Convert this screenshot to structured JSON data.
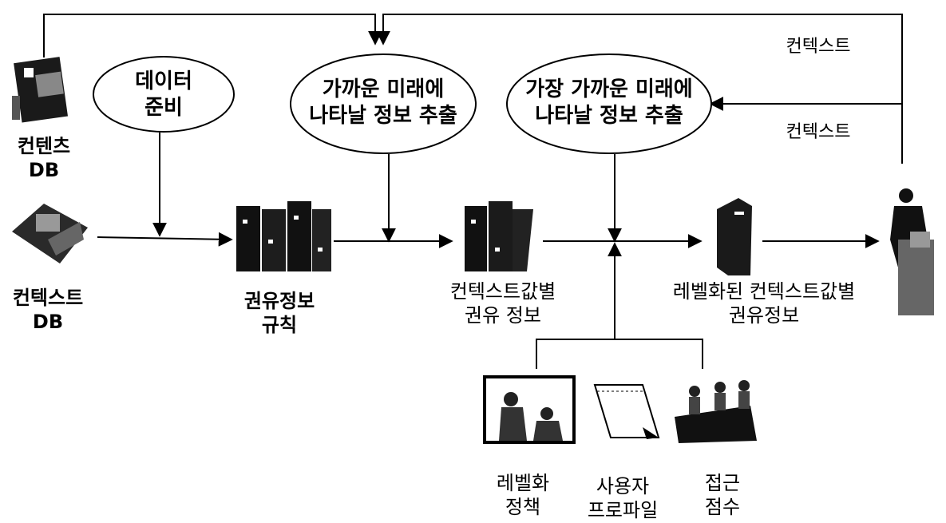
{
  "ovals": {
    "data_prep": [
      "데이터",
      "준비"
    ],
    "near_future": [
      "가까운 미래에",
      "나타날 정보 추출"
    ],
    "nearest_future": [
      "가장 가까운 미래에",
      "나타날 정보 추출"
    ]
  },
  "labels": {
    "content_db": [
      "컨텐츠",
      "DB"
    ],
    "context_db": [
      "컨텍스트",
      "DB"
    ],
    "rules": [
      "권유정보",
      "규칙"
    ],
    "by_context": [
      "컨텍스트값별",
      "권유 정보"
    ],
    "leveled": [
      "레벨화된 컨텍스트값별",
      "권유정보"
    ],
    "level_policy": [
      "레벨화",
      "정책"
    ],
    "user_profile": [
      "사용자",
      "프로파일"
    ],
    "access_score": [
      "접근",
      "점수"
    ],
    "context_top": "컨텍스트",
    "context_mid": "컨텍스트"
  },
  "icons": [
    "content-db-icon",
    "context-db-icon",
    "rules-books-icon",
    "context-books-icon",
    "leveled-book-icon",
    "user-person-icon",
    "level-policy-icon",
    "user-profile-notepad-icon",
    "access-score-people-icon"
  ]
}
